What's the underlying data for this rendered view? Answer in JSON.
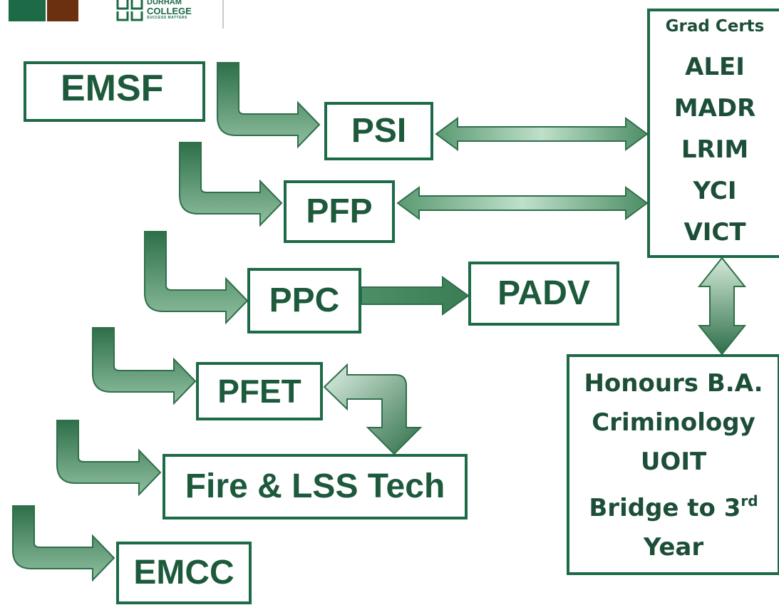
{
  "logo": {
    "line1": "DURHAM",
    "line2": "COLLEGE",
    "tagline": "SUCCESS MATTERS"
  },
  "programs": {
    "emsf": "EMSF",
    "psi": "PSI",
    "pfp": "PFP",
    "ppc": "PPC",
    "padv": "PADV",
    "pfet": "PFET",
    "fire": "Fire & LSS Tech",
    "emcc": "EMCC"
  },
  "grad_certs": {
    "title": "Grad Certs",
    "items": [
      "ALEI",
      "MADR",
      "LRIM",
      "YCI",
      "VICT"
    ]
  },
  "degree": {
    "line1": "Honours B.A.",
    "line2": "Criminology",
    "line3": "UOIT",
    "line4_main": "Bridge to 3",
    "line4_sup": "rd",
    "line5": "Year"
  },
  "colors": {
    "border": "#1d6a46",
    "text": "#1d5a3c",
    "arrow_dark": "#2e6f4a",
    "arrow_light": "#d4ead9",
    "logo_green": "#1d6a46",
    "logo_brown": "#6b3010"
  }
}
